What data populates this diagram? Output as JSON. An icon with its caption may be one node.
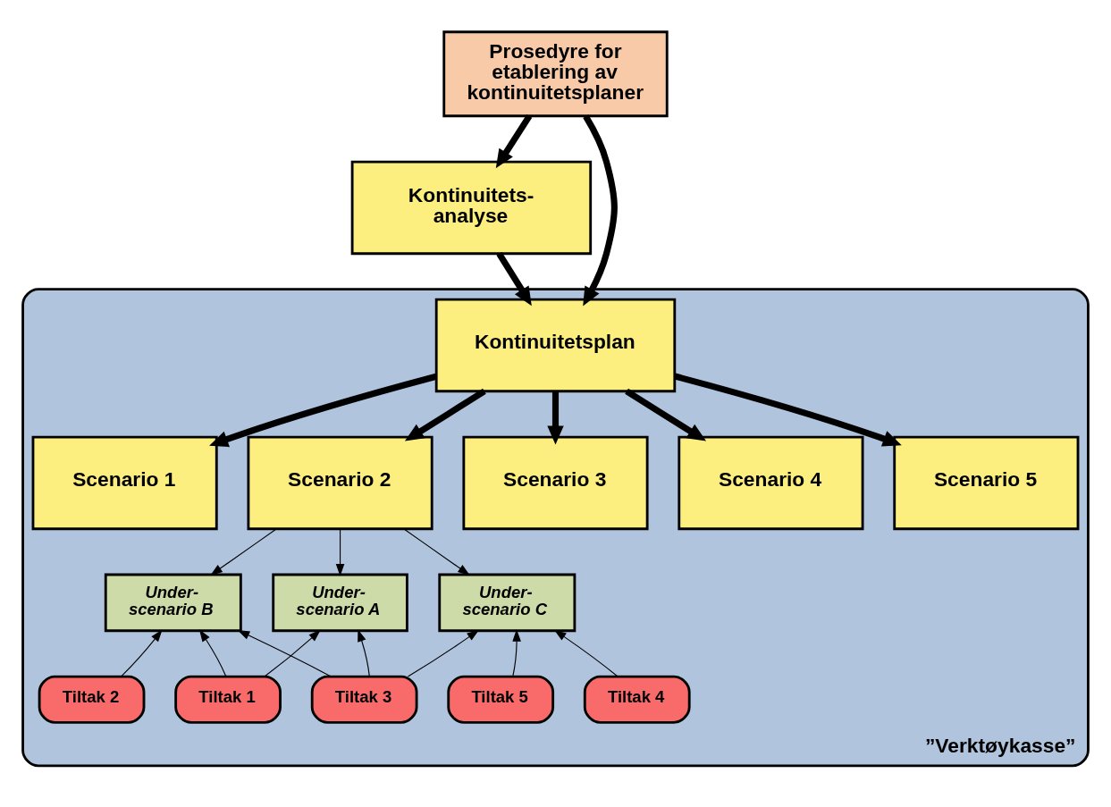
{
  "diagram": {
    "nodes": [
      {
        "text": [
          "Prosedyre for etablering av kontinuitetsplaner"
        ]
      },
      {
        "text": [
          "Kontinuitets- analyse"
        ]
      },
      {
        "text": [
          "”Verktøykasse”"
        ]
      },
      {
        "text": [
          "Kontinuitetsplan"
        ],
        "in": 2
      },
      {
        "text": [
          "Scenario 1"
        ],
        "in": 2
      },
      {
        "text": [
          "Scenario 2"
        ],
        "in": 2
      },
      {
        "text": [
          "Scenario 3"
        ],
        "in": 2
      },
      {
        "text": [
          "Scenario 4"
        ],
        "in": 2
      },
      {
        "text": [
          "Scenario 5"
        ],
        "in": 2
      },
      {
        "text": [
          "Under- scenario A"
        ],
        "in": 2
      },
      {
        "text": [
          "Under- scenario B"
        ],
        "in": 2
      },
      {
        "text": [
          "Under- scenario C"
        ],
        "in": 2
      },
      {
        "text": [
          "Tiltak 1"
        ],
        "in": 2
      },
      {
        "text": [
          "Tiltak 2"
        ],
        "in": 2
      },
      {
        "text": [
          "Tiltak 3"
        ],
        "in": 2
      },
      {
        "text": [
          "Tiltak 4"
        ],
        "in": 2
      },
      {
        "text": [
          "Tiltak 5"
        ],
        "in": 2
      }
    ],
    "edges": [
      {
        "from": 0,
        "to": 1,
        "arrow": "to",
        "style": "thick"
      },
      {
        "from": 0,
        "to": 3,
        "arrow": "to",
        "style": "thick"
      },
      {
        "from": 1,
        "to": 3,
        "arrow": "to",
        "style": "thick"
      },
      {
        "from": 3,
        "to": 4,
        "arrow": "to",
        "style": "thick"
      },
      {
        "from": 3,
        "to": 5,
        "arrow": "to",
        "style": "thick"
      },
      {
        "from": 3,
        "to": 6,
        "arrow": "to",
        "style": "thick"
      },
      {
        "from": 3,
        "to": 7,
        "arrow": "to",
        "style": "thick"
      },
      {
        "from": 3,
        "to": 8,
        "arrow": "to",
        "style": "thick"
      },
      {
        "from": 5,
        "to": 9,
        "arrow": "to"
      },
      {
        "from": 5,
        "to": 10,
        "arrow": "to"
      },
      {
        "from": 5,
        "to": 11,
        "arrow": "to"
      },
      {
        "from": 12,
        "to": 9,
        "arrow": "to"
      },
      {
        "from": 12,
        "to": 10,
        "arrow": "to"
      },
      {
        "from": 13,
        "to": 10,
        "arrow": "to"
      },
      {
        "from": 14,
        "to": 9,
        "arrow": "to"
      },
      {
        "from": 14,
        "to": 10,
        "arrow": "to"
      },
      {
        "from": 14,
        "to": 11,
        "arrow": "to"
      },
      {
        "from": 15,
        "to": 11,
        "arrow": "to"
      },
      {
        "from": 16,
        "to": 11,
        "arrow": "to"
      }
    ]
  }
}
